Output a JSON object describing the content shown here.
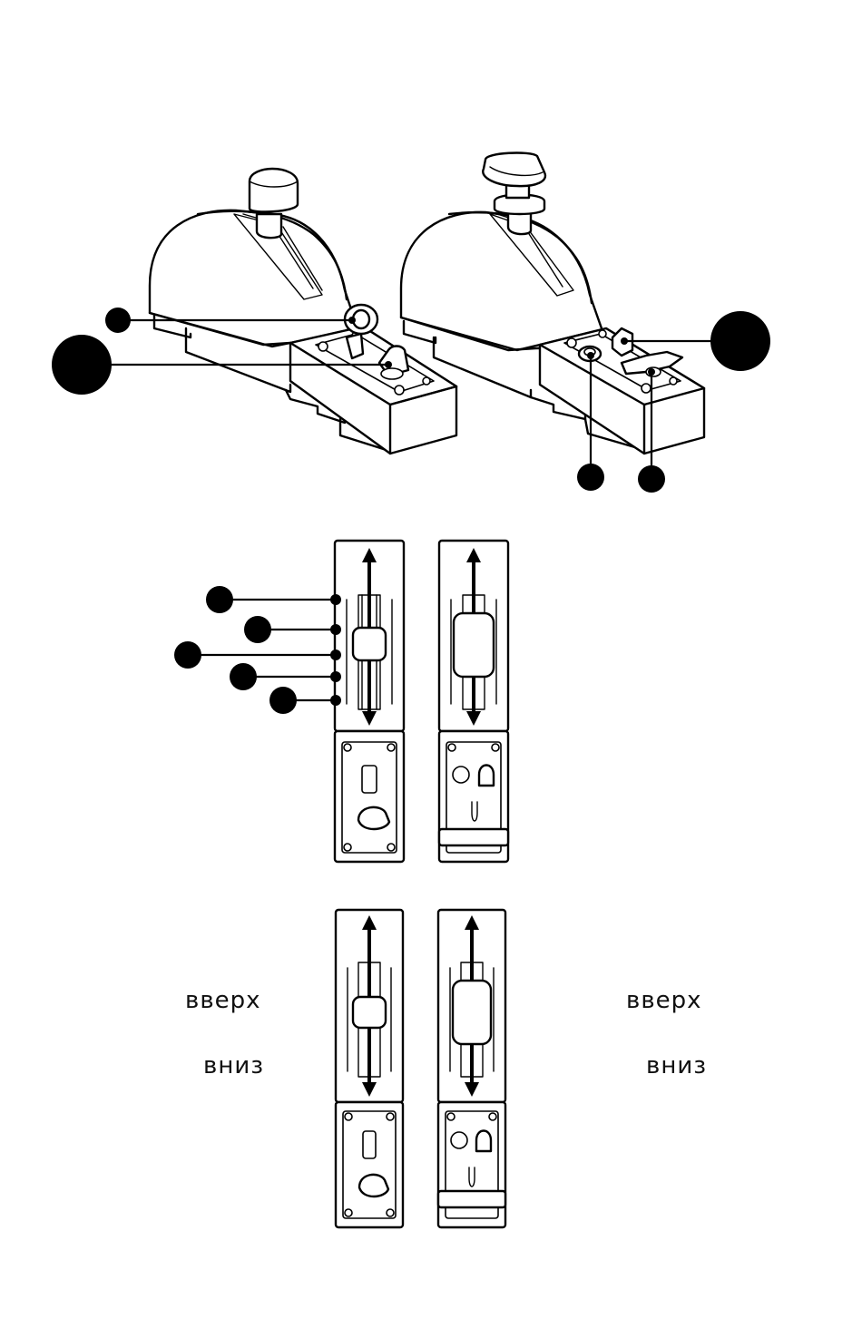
{
  "labels": {
    "up_left": "вверх",
    "down_left": "вниз",
    "up_right": "вверх",
    "down_right": "вниз"
  },
  "colors": {
    "line": "#000000",
    "background": "#ffffff"
  }
}
